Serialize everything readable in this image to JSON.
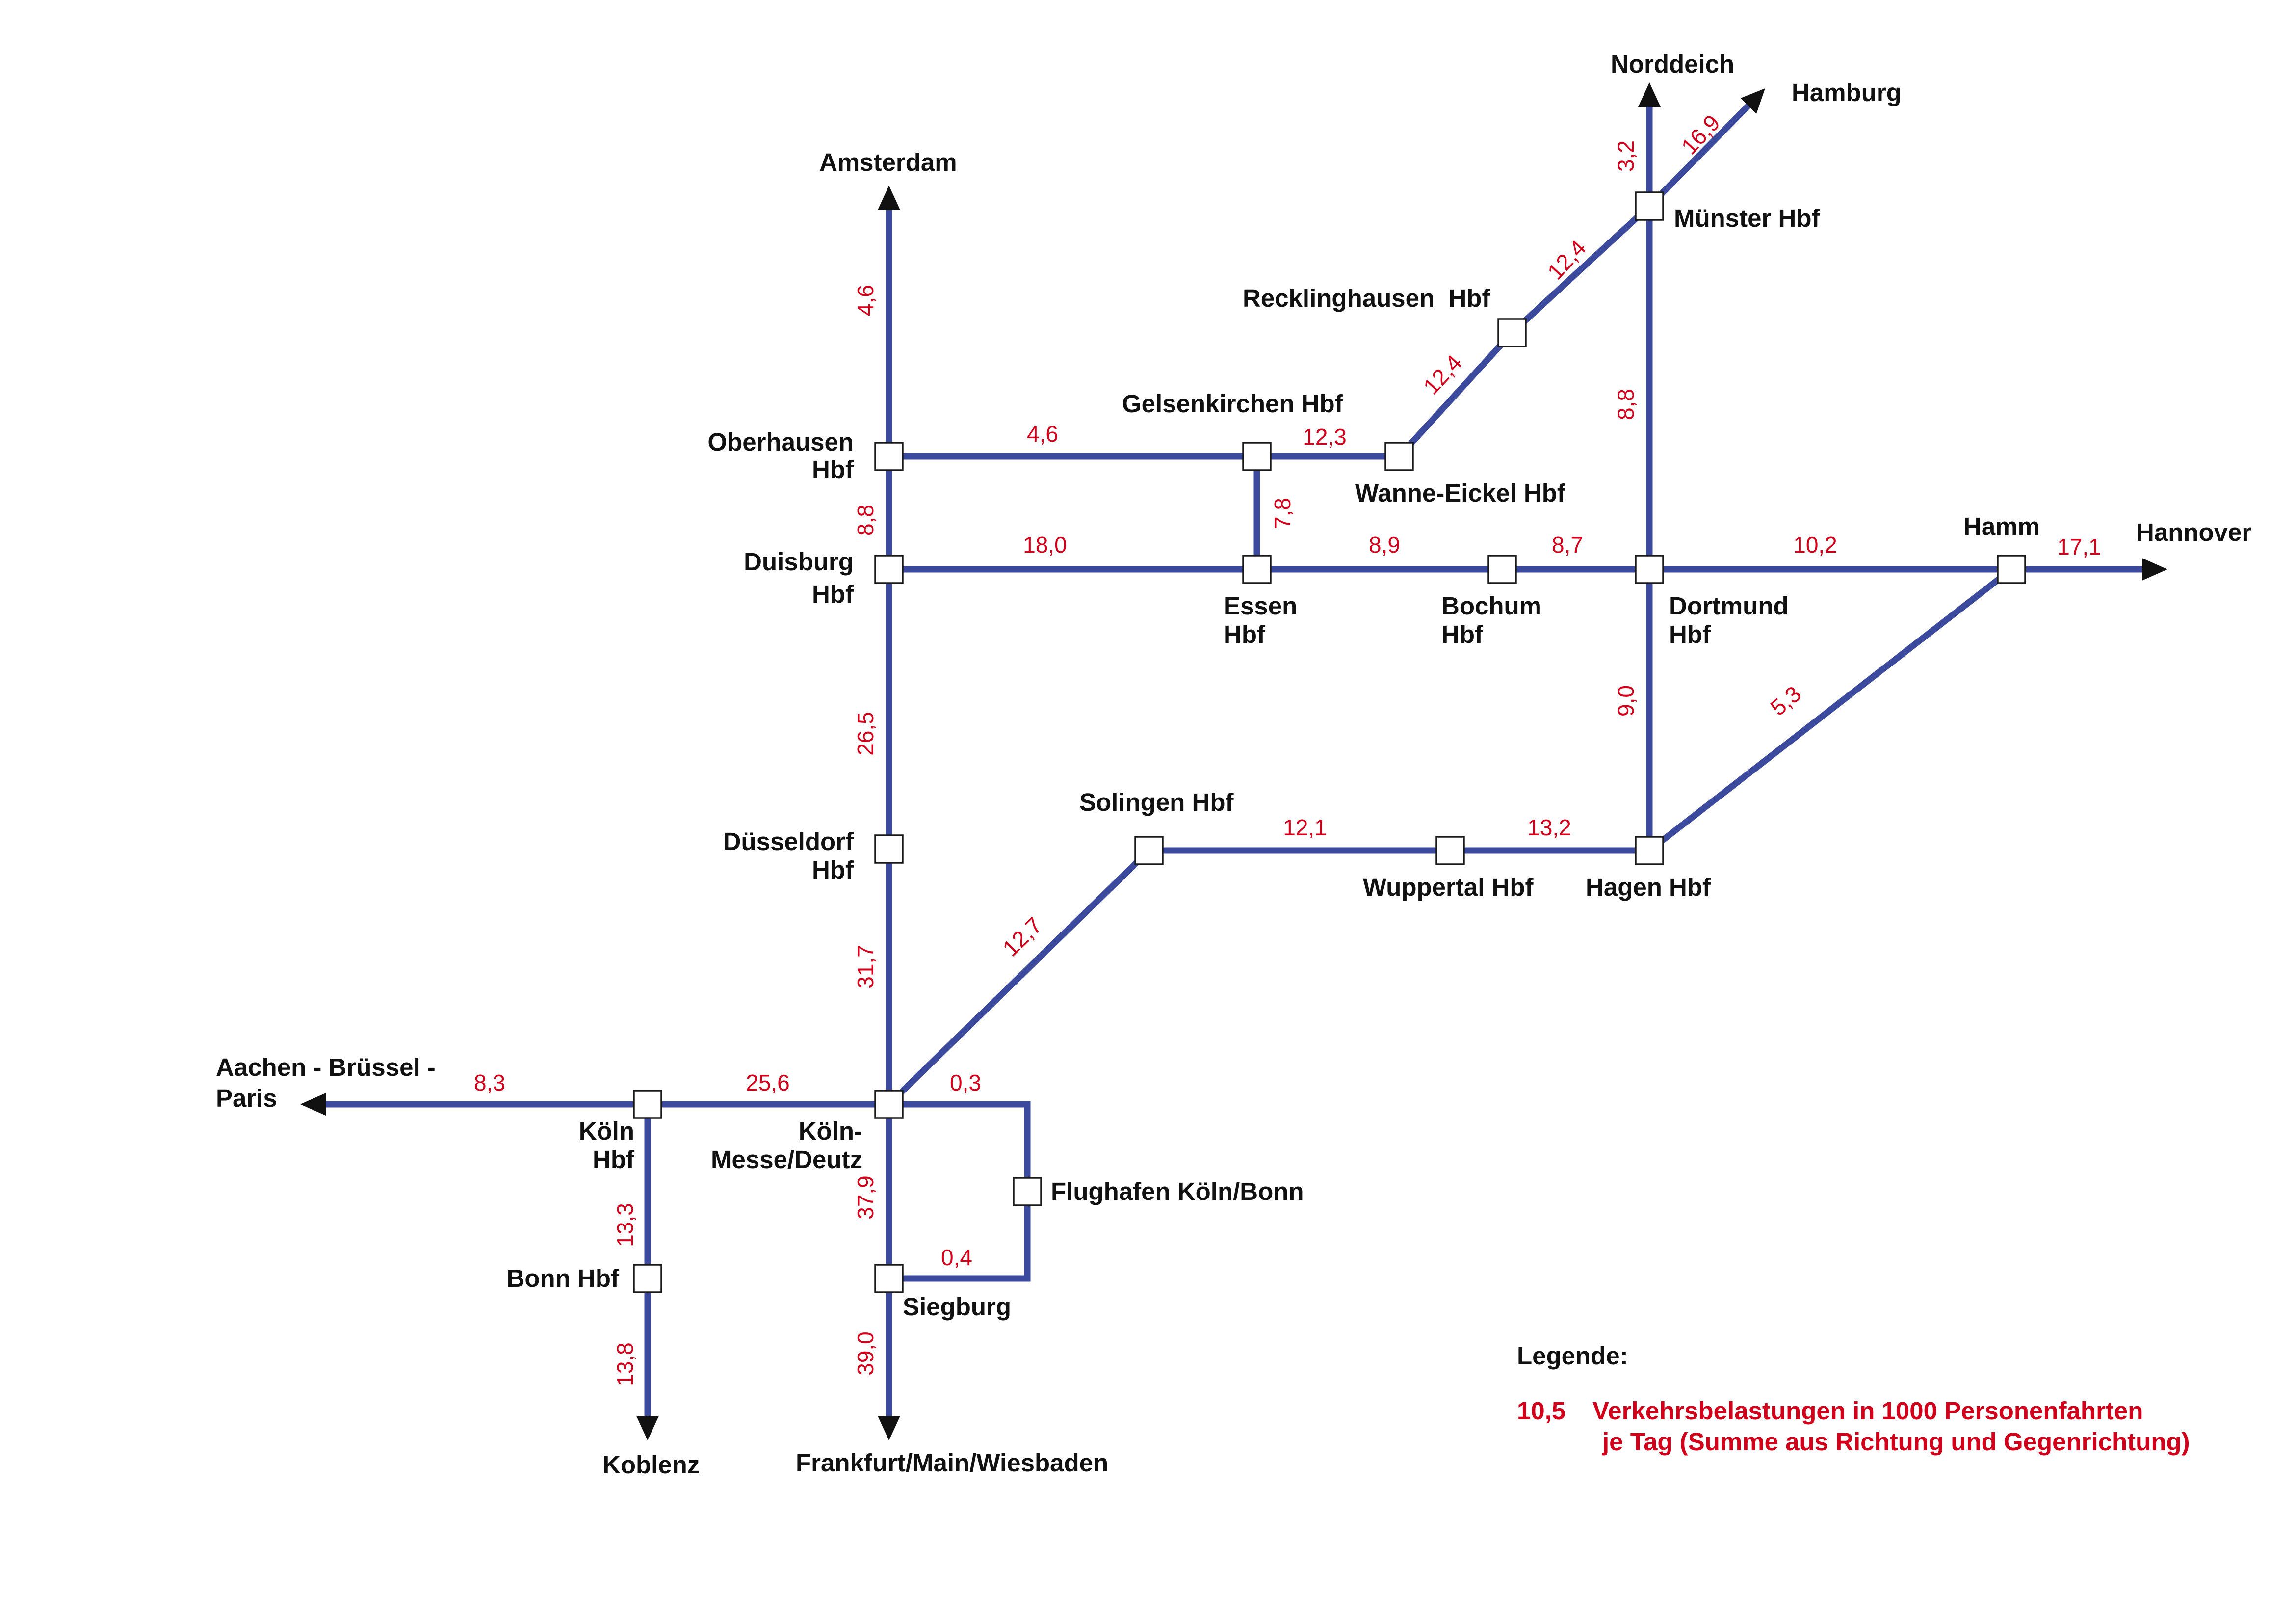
{
  "stations": {
    "amsterdam": "Amsterdam",
    "norddeich": "Norddeich",
    "hamburg": "Hamburg",
    "muenster": "Münster Hbf",
    "recklinghausen": "Recklinghausen  Hbf",
    "gelsenkirchen": "Gelsenkirchen Hbf",
    "wanne_eickel": "Wanne-Eickel Hbf",
    "oberhausen": [
      "Oberhausen",
      "Hbf"
    ],
    "duisburg": [
      "Duisburg",
      "Hbf"
    ],
    "essen": [
      "Essen",
      "Hbf"
    ],
    "bochum": [
      "Bochum",
      "Hbf"
    ],
    "dortmund": [
      "Dortmund",
      "Hbf"
    ],
    "hamm": "Hamm",
    "hannover": "Hannover",
    "duesseldorf": [
      "Düsseldorf",
      "Hbf"
    ],
    "solingen": "Solingen Hbf",
    "wuppertal": "Wuppertal Hbf",
    "hagen": "Hagen Hbf",
    "aachen": [
      "Aachen - Brüssel -",
      "Paris"
    ],
    "koeln_hbf": [
      "Köln",
      "Hbf"
    ],
    "koeln_messe": [
      "Köln-",
      "Messe/Deutz"
    ],
    "flughafen": "Flughafen Köln/Bonn",
    "bonn": "Bonn Hbf",
    "siegburg": "Siegburg",
    "koblenz": "Koblenz",
    "frankfurt": "Frankfurt/Main/Wiesbaden"
  },
  "values": {
    "amsterdam_oberhausen": "4,6",
    "oberhausen_gelsenkirchen": "4,6",
    "gelsenkirchen_wanne": "12,3",
    "wanne_recklinghausen": "12,4",
    "recklinghausen_muenster": "12,4",
    "muenster_norddeich": "3,2",
    "muenster_hamburg": "16,9",
    "muenster_dortmund": "8,8",
    "oberhausen_duisburg": "8,8",
    "gelsenkirchen_essen": "7,8",
    "duisburg_essen": "18,0",
    "essen_bochum": "8,9",
    "bochum_dortmund": "8,7",
    "dortmund_hamm": "10,2",
    "hamm_hannover": "17,1",
    "dortmund_hagen": "9,0",
    "hagen_hamm": "5,3",
    "duisburg_duesseldorf": "26,5",
    "duesseldorf_koeln_messe": "31,7",
    "koeln_messe_solingen": "12,7",
    "solingen_wuppertal": "12,1",
    "wuppertal_hagen": "13,2",
    "aachen_koeln_hbf": "8,3",
    "koeln_hbf_koeln_messe": "25,6",
    "koeln_messe_flughafen": "0,3",
    "koeln_messe_siegburg": "37,9",
    "flughafen_siegburg": "0,4",
    "koeln_hbf_bonn": "13,3",
    "bonn_koblenz": "13,8",
    "siegburg_frankfurt": "39,0"
  },
  "legend": {
    "title": "Legende:",
    "sample_value": "10,5",
    "text_line1": "Verkehrsbelastungen in 1000 Personenfahrten",
    "text_line2": "je Tag (Summe aus Richtung und Gegenrichtung)"
  },
  "colors": {
    "track": "#3b4a9c",
    "value_text": "#d0021b",
    "label_text": "#111111"
  }
}
